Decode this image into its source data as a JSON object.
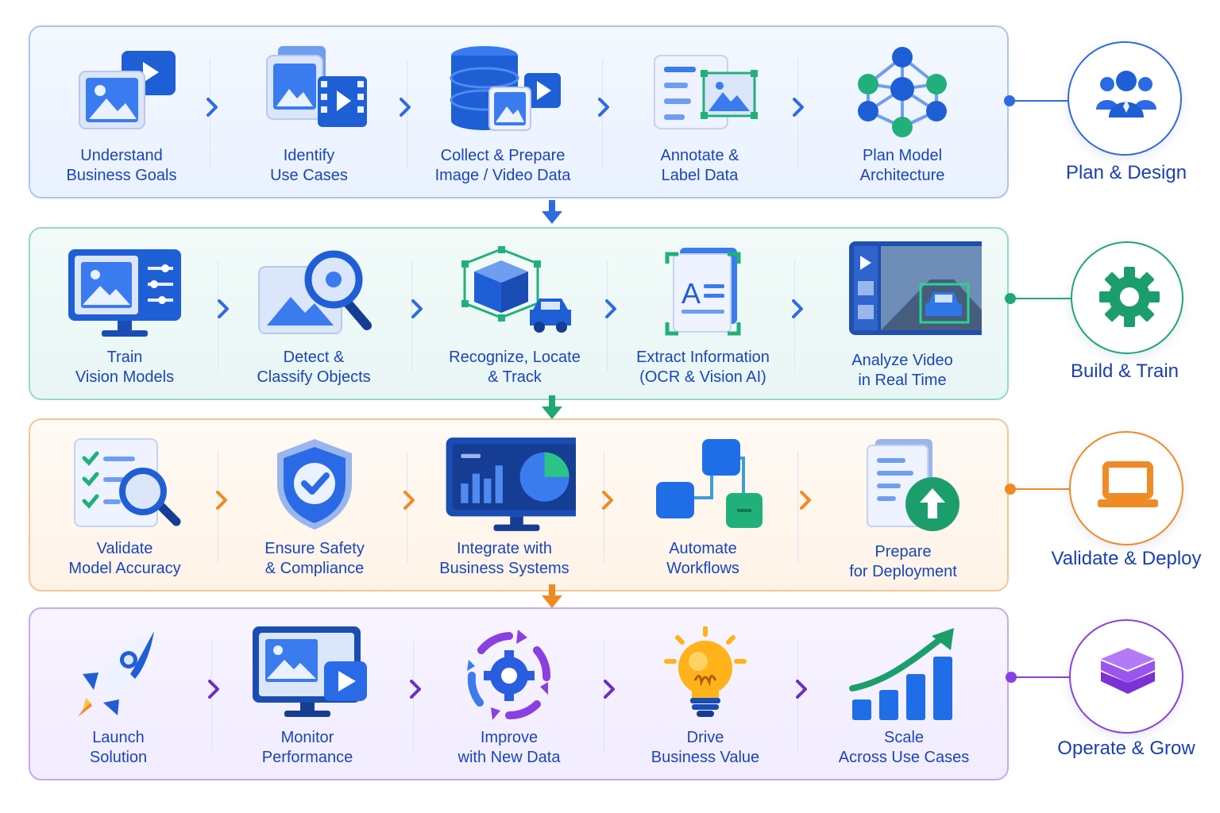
{
  "phases": [
    {
      "label": "Plan & Design",
      "accent": "#2d6be0",
      "icon": "team-icon",
      "steps": [
        {
          "line1": "Understand",
          "line2": "Business Goals",
          "icon": "image-video-icon"
        },
        {
          "line1": "Identify",
          "line2": "Use Cases",
          "icon": "media-stack-icon"
        },
        {
          "line1": "Collect & Prepare",
          "line2": "Image / Video Data",
          "icon": "database-media-icon"
        },
        {
          "line1": "Annotate &",
          "line2": "Label Data",
          "icon": "annotate-icon"
        },
        {
          "line1": "Plan Model",
          "line2": "Architecture",
          "icon": "network-icon"
        }
      ]
    },
    {
      "label": "Build & Train",
      "accent": "#1fa874",
      "icon": "gear-icon",
      "steps": [
        {
          "line1": "Train",
          "line2": "Vision Models",
          "icon": "monitor-sliders-icon"
        },
        {
          "line1": "Detect &",
          "line2": "Classify Objects",
          "icon": "image-magnifier-icon"
        },
        {
          "line1": "Recognize, Locate",
          "line2": "& Track",
          "icon": "cube-car-icon"
        },
        {
          "line1": "Extract Information",
          "line2": "(OCR & Vision AI)",
          "icon": "ocr-document-icon"
        },
        {
          "line1": "Analyze Video",
          "line2": "in Real Time",
          "icon": "video-analysis-icon"
        }
      ]
    },
    {
      "label": "Validate & Deploy",
      "accent": "#f08a24",
      "icon": "laptop-icon",
      "steps": [
        {
          "line1": "Validate",
          "line2": "Model Accuracy",
          "icon": "checklist-magnifier-icon"
        },
        {
          "line1": "Ensure Safety",
          "line2": "& Compliance",
          "icon": "shield-check-icon"
        },
        {
          "line1": "Integrate with",
          "line2": "Business Systems",
          "icon": "dashboard-monitor-icon"
        },
        {
          "line1": "Automate",
          "line2": "Workflows",
          "icon": "workflow-icon"
        },
        {
          "line1": "Prepare",
          "line2": "for Deployment",
          "icon": "document-upload-icon"
        }
      ]
    },
    {
      "label": "Operate & Grow",
      "accent": "#8a3fe0",
      "icon": "layers-icon",
      "steps": [
        {
          "line1": "Launch",
          "line2": "Solution",
          "icon": "rocket-icon"
        },
        {
          "line1": "Monitor",
          "line2": "Performance",
          "icon": "monitor-video-icon"
        },
        {
          "line1": "Improve",
          "line2": "with New Data",
          "icon": "cycle-gear-icon"
        },
        {
          "line1": "Drive",
          "line2": "Business Value",
          "icon": "lightbulb-icon"
        },
        {
          "line1": "Scale",
          "line2": "Across Use Cases",
          "icon": "growth-chart-icon"
        }
      ]
    }
  ]
}
